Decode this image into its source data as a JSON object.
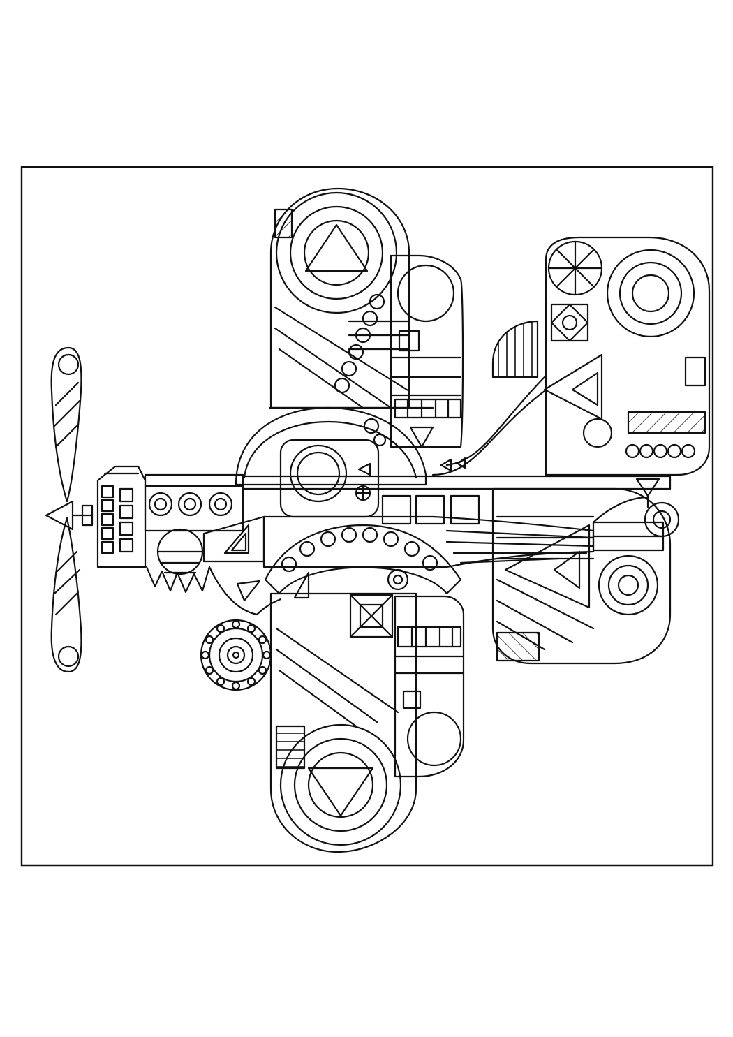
{
  "page": {
    "background": "#ffffff",
    "line_color": "#111111"
  },
  "artwork": {
    "icon": "airplane-icon",
    "parts": [
      "frame-border",
      "propeller",
      "nose-cone",
      "engine-block",
      "fuselage",
      "cockpit",
      "upper-wing",
      "upper-wing-tip",
      "lower-wing",
      "lower-wing-tip",
      "upper-tailplane",
      "lower-tailplane",
      "tail-fin",
      "landing-wheel",
      "window-row"
    ]
  }
}
